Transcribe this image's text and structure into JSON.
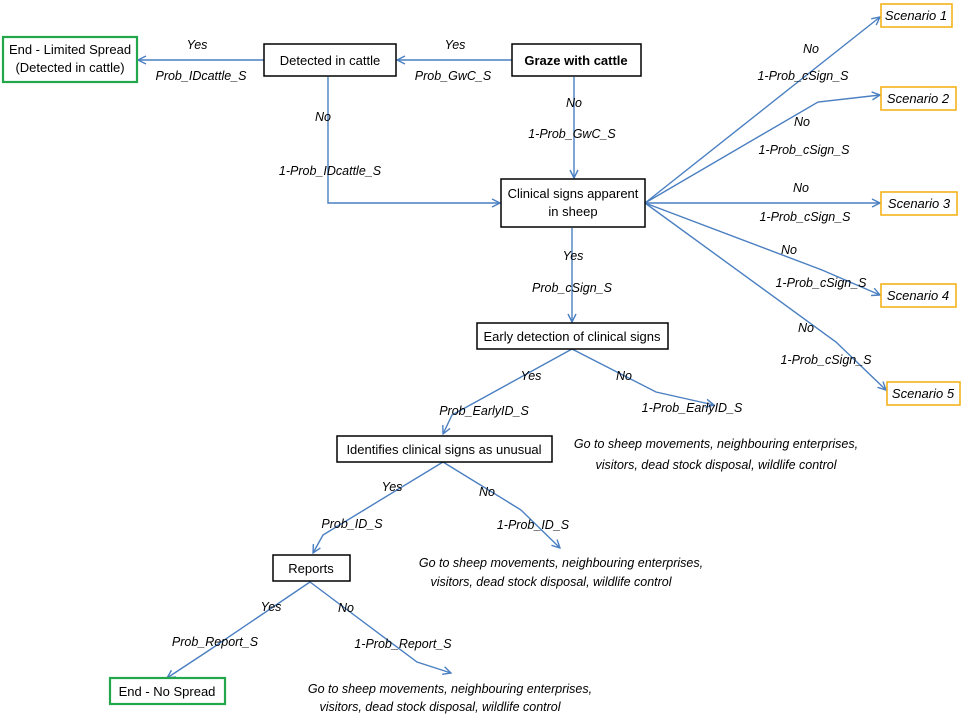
{
  "colors": {
    "arrow": "#4a7fc1",
    "end_box_border": "#22a84a",
    "scenario_box_border": "#f5b21b",
    "box_border": "#000000"
  },
  "nodes": {
    "graze": "Graze with cattle",
    "detected_cattle": "Detected in cattle",
    "end_limited_line1": "End - Limited Spread",
    "end_limited_line2": "(Detected in cattle)",
    "clinical_line1": "Clinical signs apparent",
    "clinical_line2": "in sheep",
    "early_detection": "Early detection of clinical signs",
    "identifies": "Identifies clinical signs as unusual",
    "reports": "Reports",
    "end_no_spread": "End - No Spread"
  },
  "scenarios": [
    "Scenario 1",
    "Scenario 2",
    "Scenario 3",
    "Scenario 4",
    "Scenario 5"
  ],
  "edges": {
    "graze_yes": "Yes",
    "graze_yes_prob": "Prob_GwC_S",
    "graze_no": "No",
    "graze_no_prob": "1-Prob_GwC_S",
    "cattle_yes": "Yes",
    "cattle_yes_prob": "Prob_IDcattle_S",
    "cattle_no": "No",
    "cattle_no_prob": "1-Prob_IDcattle_S",
    "clinical_yes": "Yes",
    "clinical_yes_prob": "Prob_cSign_S",
    "scenario_no": "No",
    "scenario_no_prob": "1-Prob_cSign_S",
    "early_yes": "Yes",
    "early_yes_prob": "Prob_EarlyID_S",
    "early_no": "No",
    "early_no_prob": "1-Prob_EarlyID_S",
    "identifies_yes": "Yes",
    "identifies_yes_prob": "Prob_ID_S",
    "identifies_no": "No",
    "identifies_no_prob": "1-Prob_ID_S",
    "reports_yes": "Yes",
    "reports_yes_prob": "Prob_Report_S",
    "reports_no": "No",
    "reports_no_prob": "1-Prob_Report_S"
  },
  "goto": {
    "line1": "Go to sheep movements,  neighbouring enterprises,",
    "line2": "visitors, dead stock disposal, wildlife control"
  }
}
